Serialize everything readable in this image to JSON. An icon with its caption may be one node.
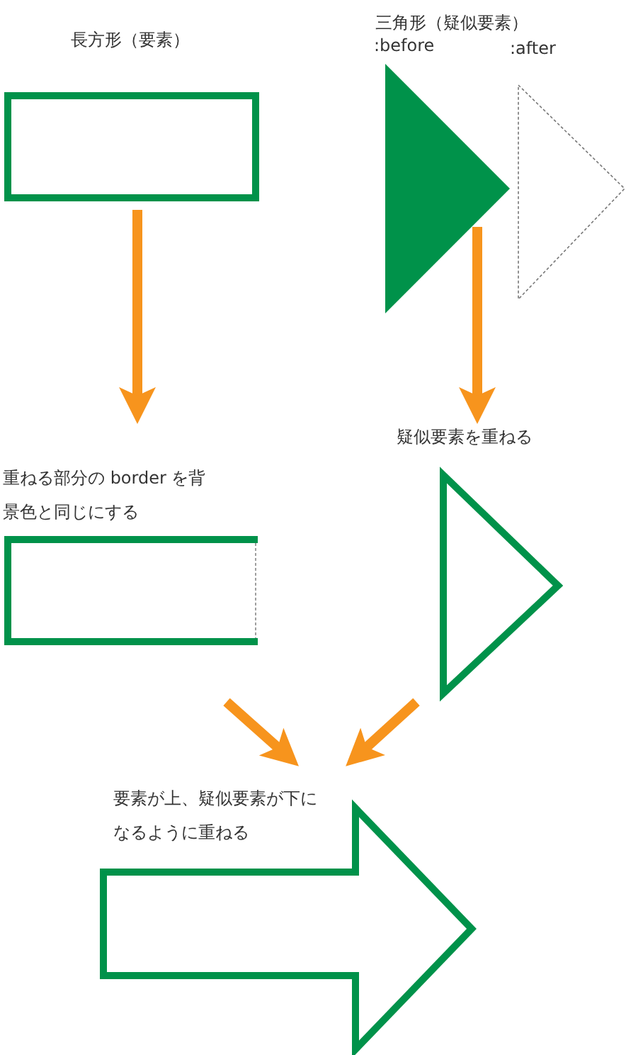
{
  "diagram": {
    "nodes": [
      {
        "text": [
          "長方形（要素）"
        ]
      },
      {
        "text": [
          ":before"
        ]
      },
      {
        "text": [
          ":after"
        ]
      },
      {
        "text": [
          "重ねる部分の border を背景色と同じにする"
        ]
      },
      {
        "text": [
          "疑似要素を重ねる"
        ]
      },
      {
        "text": [
          "要素が上、疑似要素が下になるように重ねる"
        ]
      }
    ],
    "edges": [
      {
        "from": 0,
        "to": 3,
        "arrow": "to"
      },
      {
        "from": 1,
        "to": 4,
        "arrow": "to"
      },
      {
        "from": 3,
        "to": 5,
        "arrow": "to"
      },
      {
        "from": 4,
        "to": 5,
        "arrow": "to"
      }
    ],
    "labels": [
      "三角形（疑似要素）"
    ]
  }
}
